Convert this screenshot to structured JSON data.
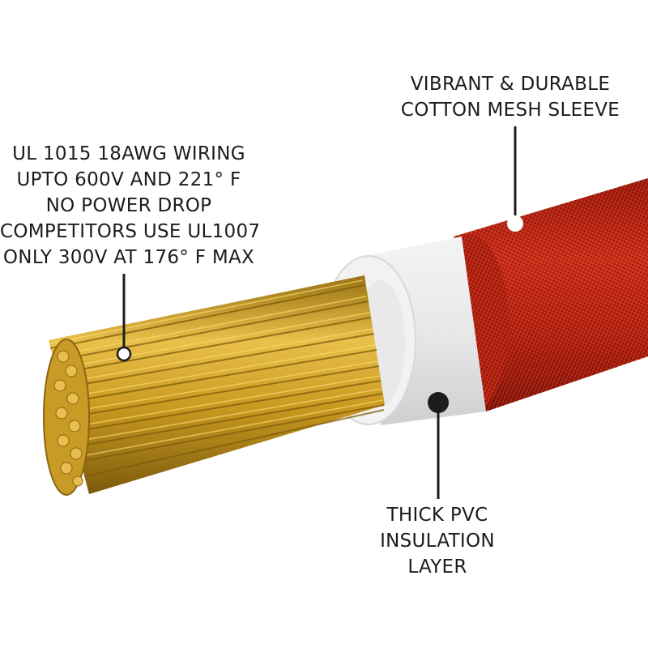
{
  "callouts": {
    "wiring": {
      "lines": [
        "UL 1015 18AWG WIRING",
        "UPTO 600V AND 221° F",
        "NO POWER DROP",
        "COMPETITORS USE UL1007",
        "ONLY 300V AT 176° F MAX"
      ]
    },
    "sleeve": {
      "lines": [
        "VIBRANT & DURABLE",
        "COTTON MESH SLEEVE"
      ]
    },
    "pvc": {
      "lines": [
        "THICK PVC",
        "INSULATION",
        "LAYER"
      ]
    }
  },
  "colors": {
    "sleeve_red": "#c0200f",
    "sleeve_dark": "#7d1208",
    "insulation_white": "#eeeeee",
    "copper_gold": "#d4a321",
    "copper_dark": "#8a6410",
    "text": "#1c1c1c"
  }
}
